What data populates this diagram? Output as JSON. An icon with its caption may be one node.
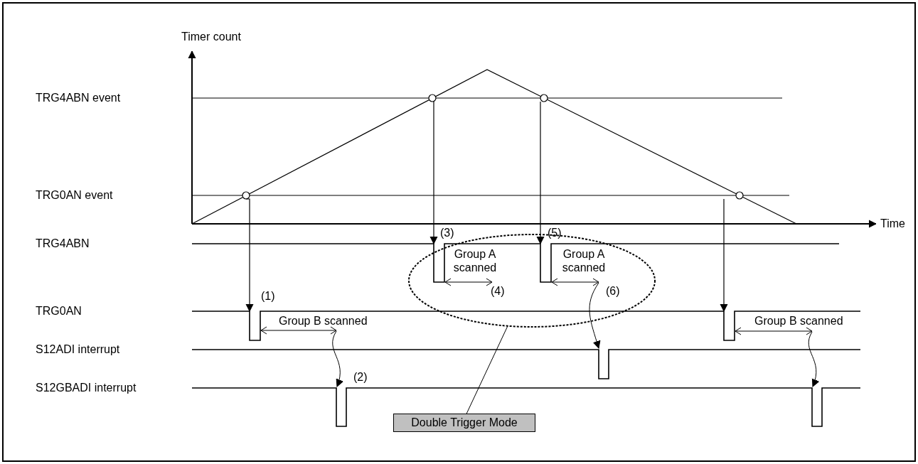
{
  "diagram": {
    "nodes": [
      {
        "text": [
          "Double Trigger Mode"
        ]
      },
      {
        "text": [],
        "shape": "ellipse"
      }
    ],
    "edges": [
      {
        "from": 0,
        "to": 1,
        "arrow": "none"
      }
    ],
    "labels": [
      "Timer count",
      "TRG4ABN event",
      "TRG0AN event",
      "Time",
      "TRG4ABN",
      "(3)",
      "Group A scanned",
      "(5)",
      "Group A scanned",
      "(4)",
      "(6)",
      "(1)",
      "TRG0AN",
      "Group B scanned",
      "Group B scanned",
      "S12ADI interrupt",
      "(2)",
      "S12GBADI interrupt"
    ]
  }
}
